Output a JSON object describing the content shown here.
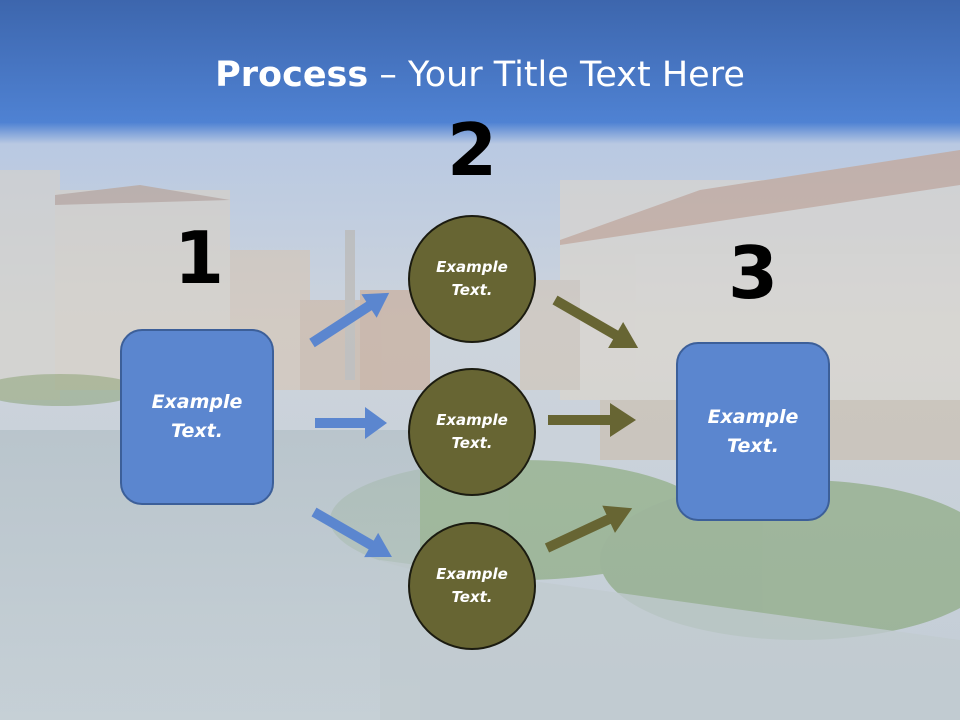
{
  "title": {
    "bold": "Process",
    "rest": " – Your Title Text Here"
  },
  "numbers": [
    "1",
    "2",
    "3"
  ],
  "left_box": "Example\nText.",
  "right_box": "Example\nText.",
  "circles": [
    "Example\nText.",
    "Example\nText.",
    "Example\nText."
  ],
  "colors": {
    "banner": "#4a7bd0",
    "box": "#5b86cf",
    "circle": "#676533",
    "arrow_blue": "#5b86cf",
    "arrow_olive": "#676533"
  }
}
